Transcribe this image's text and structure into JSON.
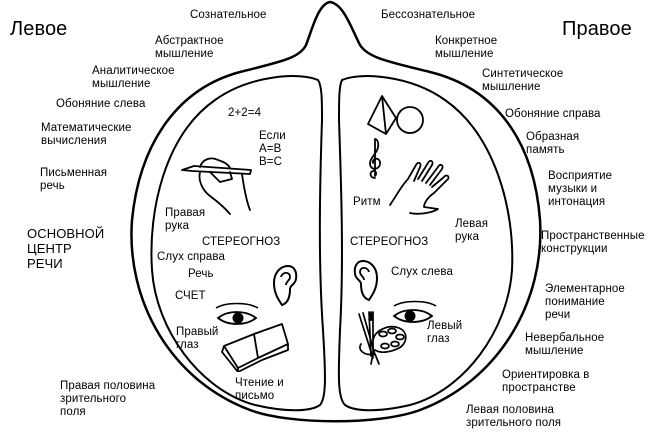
{
  "titles": {
    "left": "Левое",
    "right": "Правое"
  },
  "top": {
    "conscious": "Сознательное",
    "unconscious": "Бессознательное"
  },
  "left_outer": [
    "Абстрактное\nмышление",
    "Аналитическое\nмышление",
    "Обоняние слева",
    "Математические\nвычисления",
    "Письменная\nречь",
    "ОСНОВНОЙ\n ЦЕНТР\nРЕЧИ",
    "Правая половина\nзрительного\nполя"
  ],
  "right_outer": [
    "Конкретное\nмышление",
    "Синтетическое\nмышление",
    "Обоняние справа",
    "Образная\nпамять",
    "Восприятие\nмузыки и\nинтонация",
    "Пространственные\nконструкции",
    "Элементарное\nпонимание\nречи",
    "Невербальное\nмышление",
    "Ориентировка в\nпространстве",
    "Левая половина\nзрительного поля"
  ],
  "left_inner": {
    "math": "2+2=4",
    "logic": "Если\nA=B\nB=C",
    "right_hand": "Правая\nрука",
    "stereognosis": "СТЕРЕОГНОЗ",
    "hearing_right": "Слух справа",
    "speech": "Речь",
    "counting": "СЧЕТ",
    "right_eye": "Правый\nглаз",
    "reading": "Чтение и\nписьмо"
  },
  "right_inner": {
    "rhythm": "Ритм",
    "left_hand": "Левая\nрука",
    "stereognosis": "СТЕРЕОГНОЗ",
    "hearing_left": "Слух слева",
    "left_eye": "Левый\nглаз"
  },
  "icons": {
    "left": [
      "writing-hand-icon",
      "ear-icon",
      "eye-icon",
      "open-book-icon"
    ],
    "right": [
      "pyramid-sphere-icon",
      "treble-clef-icon",
      "open-hand-icon",
      "ear-icon",
      "eye-icon",
      "palette-brush-icon"
    ]
  }
}
